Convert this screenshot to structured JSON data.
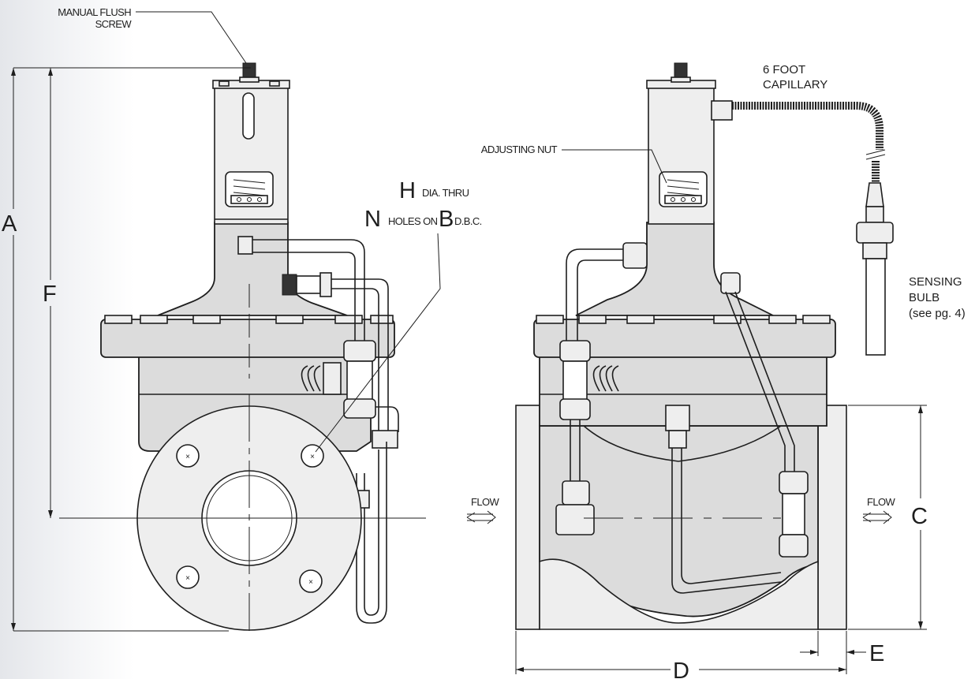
{
  "labels": {
    "manual_flush_line1": "MANUAL FLUSH",
    "manual_flush_line2": "SCREW",
    "capillary_line1": "6 FOOT",
    "capillary_line2": "CAPILLARY",
    "adjusting_nut": "ADJUSTING NUT",
    "h_letter": "H",
    "h_text": "DIA. THRU",
    "n_letter": "N",
    "n_text": "HOLES ON",
    "b_letter": "B",
    "b_text": "D.B.C.",
    "sensing_line1": "SENSING",
    "sensing_line2": "BULB",
    "sensing_line3": "(see pg. 4)",
    "flow_left": "FLOW",
    "flow_right": "FLOW"
  },
  "dimensions": {
    "a": "A",
    "f": "F",
    "c": "C",
    "d": "D",
    "e": "E"
  }
}
